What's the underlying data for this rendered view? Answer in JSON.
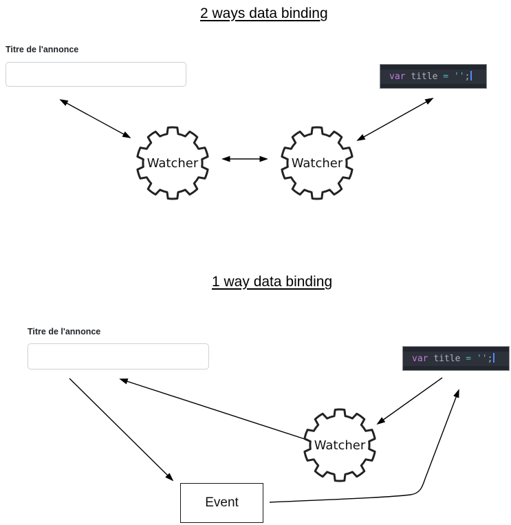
{
  "two_way": {
    "title": "2 ways data binding",
    "form": {
      "label": "Titre de l'annonce",
      "value": ""
    },
    "code": {
      "kw": "var ",
      "ident": "title ",
      "op": "= ",
      "str": "''",
      "semi": ";"
    },
    "watcher_left_label": "Watcher",
    "watcher_right_label": "Watcher"
  },
  "one_way": {
    "title": "1 way data binding",
    "form": {
      "label": "Titre de l'annonce",
      "value": ""
    },
    "code": {
      "kw": "var ",
      "ident": "title ",
      "op": "= ",
      "str": "''",
      "semi": ";"
    },
    "watcher_label": "Watcher",
    "event_label": "Event"
  },
  "colors": {
    "code_bg": "#22262e",
    "code_line_bg": "#2c313a",
    "code_border": "#8f8f8f",
    "token_keyword": "#c678dd",
    "token_text": "#abb2bf",
    "token_operator": "#56b6c2",
    "token_string": "#56b6c2",
    "cursor": "#528bff",
    "arrow": "#000000",
    "gear_stroke": "#222222"
  }
}
